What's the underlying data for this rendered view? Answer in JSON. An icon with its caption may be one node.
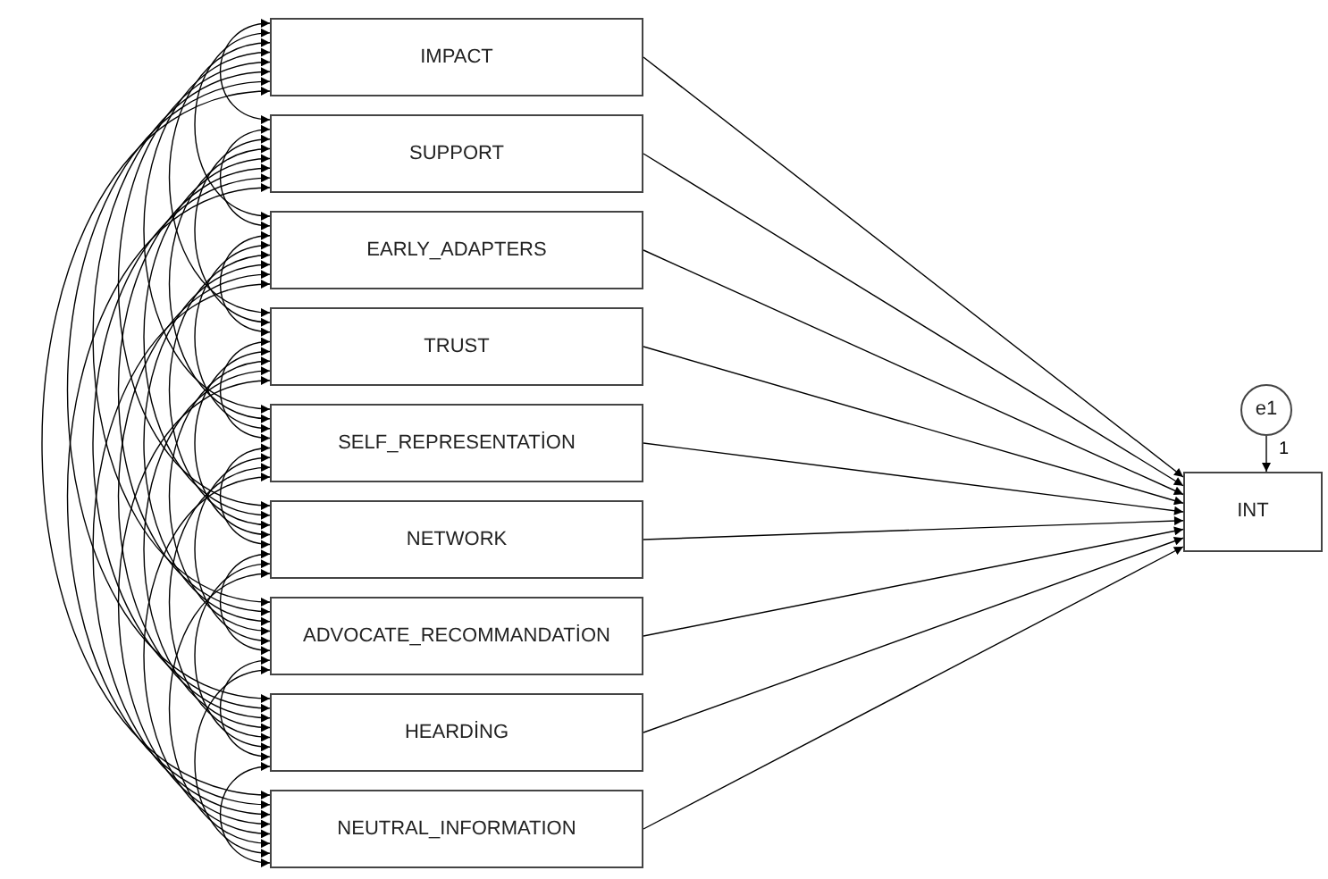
{
  "diagram": {
    "nodes": [
      {
        "text": [
          "IMPACT"
        ]
      },
      {
        "text": [
          "SUPPORT"
        ]
      },
      {
        "text": [
          "EARLY_ADAPTERS"
        ]
      },
      {
        "text": [
          "TRUST"
        ]
      },
      {
        "text": [
          "SELF_REPRESENTATİON"
        ]
      },
      {
        "text": [
          "NETWORK"
        ]
      },
      {
        "text": [
          "ADVOCATE_RECOMMANDATİON"
        ]
      },
      {
        "text": [
          "HEARDİNG"
        ]
      },
      {
        "text": [
          "NEUTRAL_INFORMATION"
        ]
      },
      {
        "text": [
          "INT"
        ]
      },
      {
        "text": [
          "e1"
        ]
      }
    ],
    "edges": [
      {
        "from": 0,
        "to": 1,
        "arrow": "both"
      },
      {
        "from": 0,
        "to": 2,
        "arrow": "both"
      },
      {
        "from": 0,
        "to": 3,
        "arrow": "both"
      },
      {
        "from": 0,
        "to": 4,
        "arrow": "both"
      },
      {
        "from": 0,
        "to": 5,
        "arrow": "both"
      },
      {
        "from": 0,
        "to": 6,
        "arrow": "both"
      },
      {
        "from": 0,
        "to": 7,
        "arrow": "both"
      },
      {
        "from": 0,
        "to": 8,
        "arrow": "both"
      },
      {
        "from": 1,
        "to": 2,
        "arrow": "both"
      },
      {
        "from": 1,
        "to": 3,
        "arrow": "both"
      },
      {
        "from": 1,
        "to": 4,
        "arrow": "both"
      },
      {
        "from": 1,
        "to": 5,
        "arrow": "both"
      },
      {
        "from": 1,
        "to": 6,
        "arrow": "both"
      },
      {
        "from": 1,
        "to": 7,
        "arrow": "both"
      },
      {
        "from": 1,
        "to": 8,
        "arrow": "both"
      },
      {
        "from": 2,
        "to": 3,
        "arrow": "both"
      },
      {
        "from": 2,
        "to": 4,
        "arrow": "both"
      },
      {
        "from": 2,
        "to": 5,
        "arrow": "both"
      },
      {
        "from": 2,
        "to": 6,
        "arrow": "both"
      },
      {
        "from": 2,
        "to": 7,
        "arrow": "both"
      },
      {
        "from": 2,
        "to": 8,
        "arrow": "both"
      },
      {
        "from": 3,
        "to": 4,
        "arrow": "both"
      },
      {
        "from": 3,
        "to": 5,
        "arrow": "both"
      },
      {
        "from": 3,
        "to": 6,
        "arrow": "both"
      },
      {
        "from": 3,
        "to": 7,
        "arrow": "both"
      },
      {
        "from": 3,
        "to": 8,
        "arrow": "both"
      },
      {
        "from": 4,
        "to": 5,
        "arrow": "both"
      },
      {
        "from": 4,
        "to": 6,
        "arrow": "both"
      },
      {
        "from": 4,
        "to": 7,
        "arrow": "both"
      },
      {
        "from": 4,
        "to": 8,
        "arrow": "both"
      },
      {
        "from": 5,
        "to": 6,
        "arrow": "both"
      },
      {
        "from": 5,
        "to": 7,
        "arrow": "both"
      },
      {
        "from": 5,
        "to": 8,
        "arrow": "both"
      },
      {
        "from": 6,
        "to": 7,
        "arrow": "both"
      },
      {
        "from": 6,
        "to": 8,
        "arrow": "both"
      },
      {
        "from": 7,
        "to": 8,
        "arrow": "both"
      },
      {
        "from": 0,
        "to": 9,
        "arrow": "to"
      },
      {
        "from": 1,
        "to": 9,
        "arrow": "to"
      },
      {
        "from": 2,
        "to": 9,
        "arrow": "to"
      },
      {
        "from": 3,
        "to": 9,
        "arrow": "to"
      },
      {
        "from": 4,
        "to": 9,
        "arrow": "to"
      },
      {
        "from": 5,
        "to": 9,
        "arrow": "to"
      },
      {
        "from": 6,
        "to": 9,
        "arrow": "to"
      },
      {
        "from": 7,
        "to": 9,
        "arrow": "to"
      },
      {
        "from": 8,
        "to": 9,
        "arrow": "to"
      },
      {
        "from": 10,
        "to": 9,
        "arrow": "to",
        "label": "1"
      }
    ]
  }
}
